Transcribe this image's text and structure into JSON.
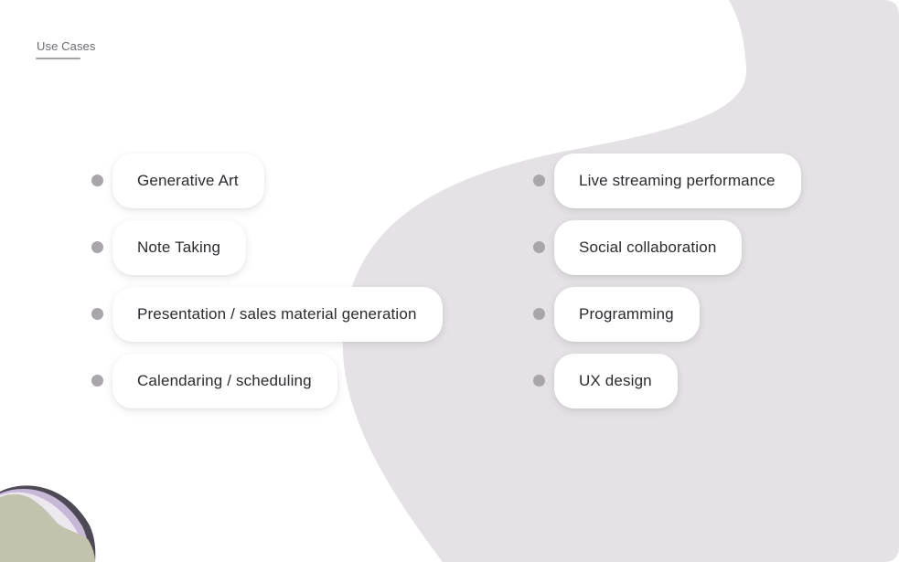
{
  "section": {
    "label": "Use Cases"
  },
  "colors": {
    "background": "#ffffff",
    "blob": "#e4e2e5",
    "bullet": "#a8a6aa",
    "text": "#2d2a2f",
    "label": "#6f6a72"
  },
  "use_cases": {
    "left": [
      {
        "label": "Generative Art"
      },
      {
        "label": "Note Taking"
      },
      {
        "label": "Presentation / sales material generation"
      },
      {
        "label": "Calendaring / scheduling"
      }
    ],
    "right": [
      {
        "label": "Live streaming performance"
      },
      {
        "label": "Social collaboration"
      },
      {
        "label": "Programming"
      },
      {
        "label": "UX design"
      }
    ]
  }
}
